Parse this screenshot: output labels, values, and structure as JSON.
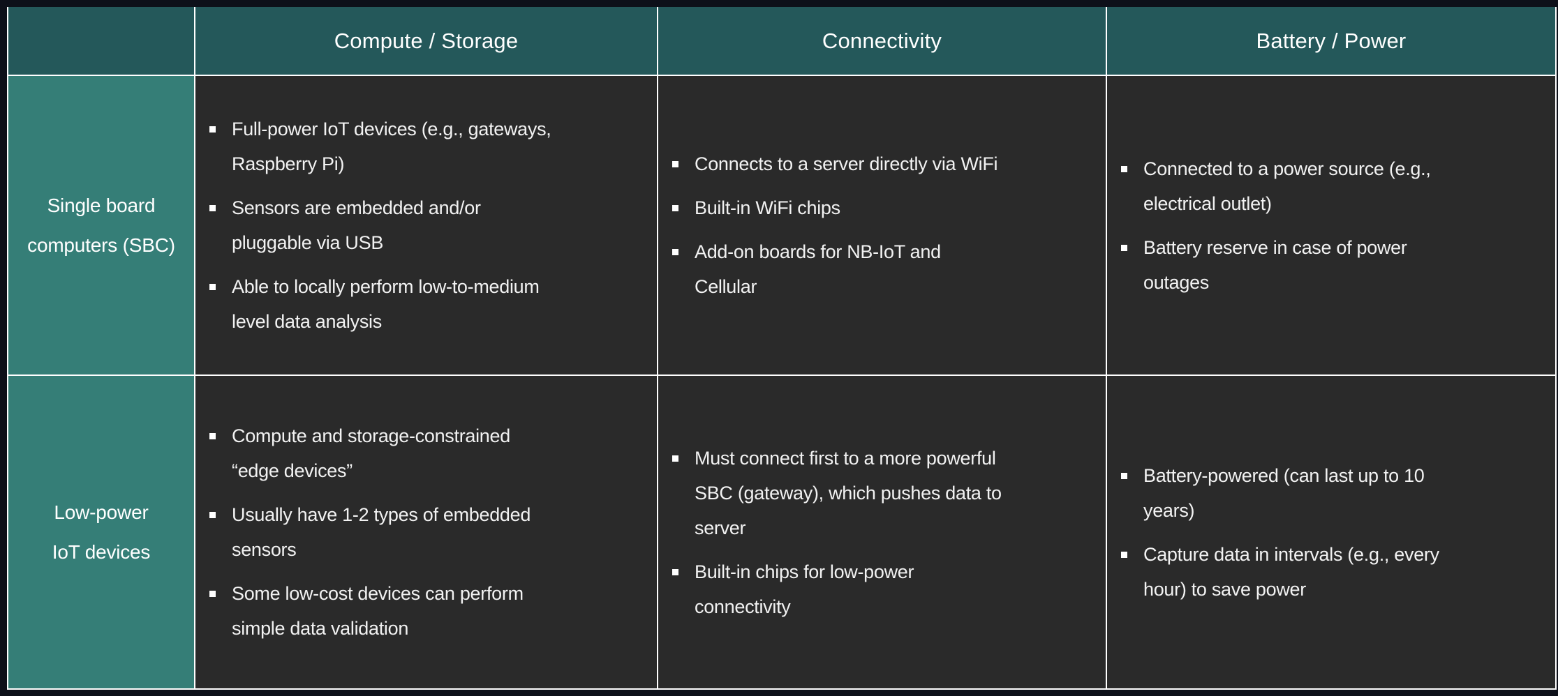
{
  "colors": {
    "page_background": "#0d1019",
    "header_background": "#24585a",
    "row_header_background": "#357e77",
    "cell_background": "#2a2a2a",
    "gridline": "#ffffff",
    "text": "#f2f2f2"
  },
  "table": {
    "headers": [
      {
        "label": ""
      },
      {
        "label": "Compute / Storage"
      },
      {
        "label": "Connectivity"
      },
      {
        "label": "Battery / Power"
      }
    ],
    "rows": [
      {
        "label": "Single board\ncomputers (SBC)",
        "cells": [
          {
            "items": [
              "Full-power IoT devices (e.g., gateways,\nRaspberry Pi)",
              "Sensors are embedded and/or\npluggable via USB",
              "Able to locally perform low-to-medium\nlevel data analysis"
            ]
          },
          {
            "items": [
              "Connects to a server directly via WiFi",
              "Built-in WiFi chips",
              "Add-on boards for NB-IoT and\nCellular"
            ]
          },
          {
            "items": [
              "Connected to a power source (e.g.,\nelectrical outlet)",
              "Battery reserve in case of power\noutages"
            ]
          }
        ]
      },
      {
        "label": "Low-power\nIoT devices",
        "cells": [
          {
            "items": [
              "Compute and storage-constrained\n“edge devices”",
              "Usually have 1-2 types of embedded\nsensors",
              "Some low-cost devices can perform\nsimple data validation"
            ]
          },
          {
            "items": [
              "Must connect first to a more powerful\nSBC (gateway), which pushes data to\nserver",
              "Built-in chips for low-power\nconnectivity"
            ]
          },
          {
            "items": [
              "Battery-powered (can last up to 10\nyears)",
              "Capture data in intervals (e.g., every\nhour) to save power"
            ]
          }
        ]
      }
    ]
  }
}
